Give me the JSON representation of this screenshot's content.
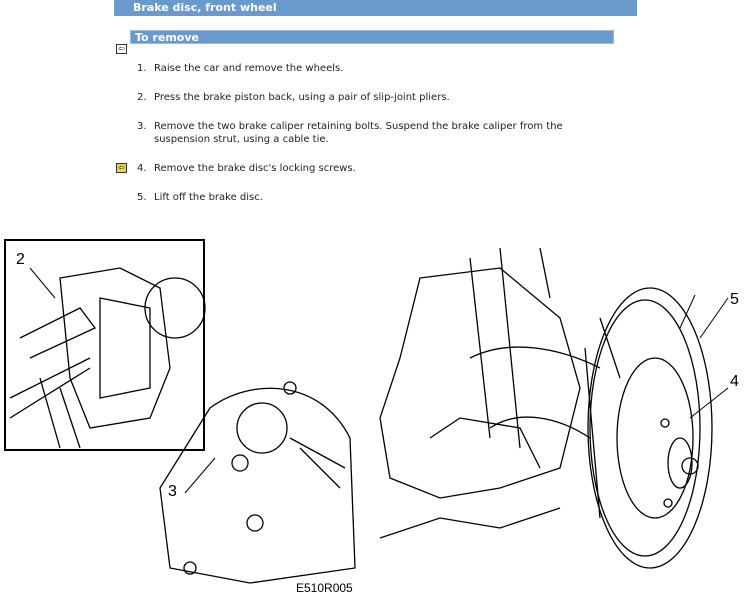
{
  "header": {
    "title": "Brake disc, front wheel",
    "section": "To remove"
  },
  "icons": {
    "back": "back-arrow-icon",
    "step_marker": "yellow-arrow-icon"
  },
  "steps": [
    {
      "n": "1.",
      "text": "Raise the car and remove the wheels."
    },
    {
      "n": "2.",
      "text": "Press the brake piston back, using a pair of slip-joint pliers."
    },
    {
      "n": "3.",
      "text": "Remove the two brake caliper retaining bolts. Suspend the brake caliper from the suspension strut, using a cable tie."
    },
    {
      "n": "4.",
      "text": "Remove the brake disc's locking screws."
    },
    {
      "n": "5.",
      "text": "Lift off the brake disc."
    }
  ],
  "figure": {
    "callouts": [
      "2",
      "3",
      "4",
      "5"
    ],
    "code": "E510R005"
  },
  "colors": {
    "bar": "#6a9acd"
  }
}
